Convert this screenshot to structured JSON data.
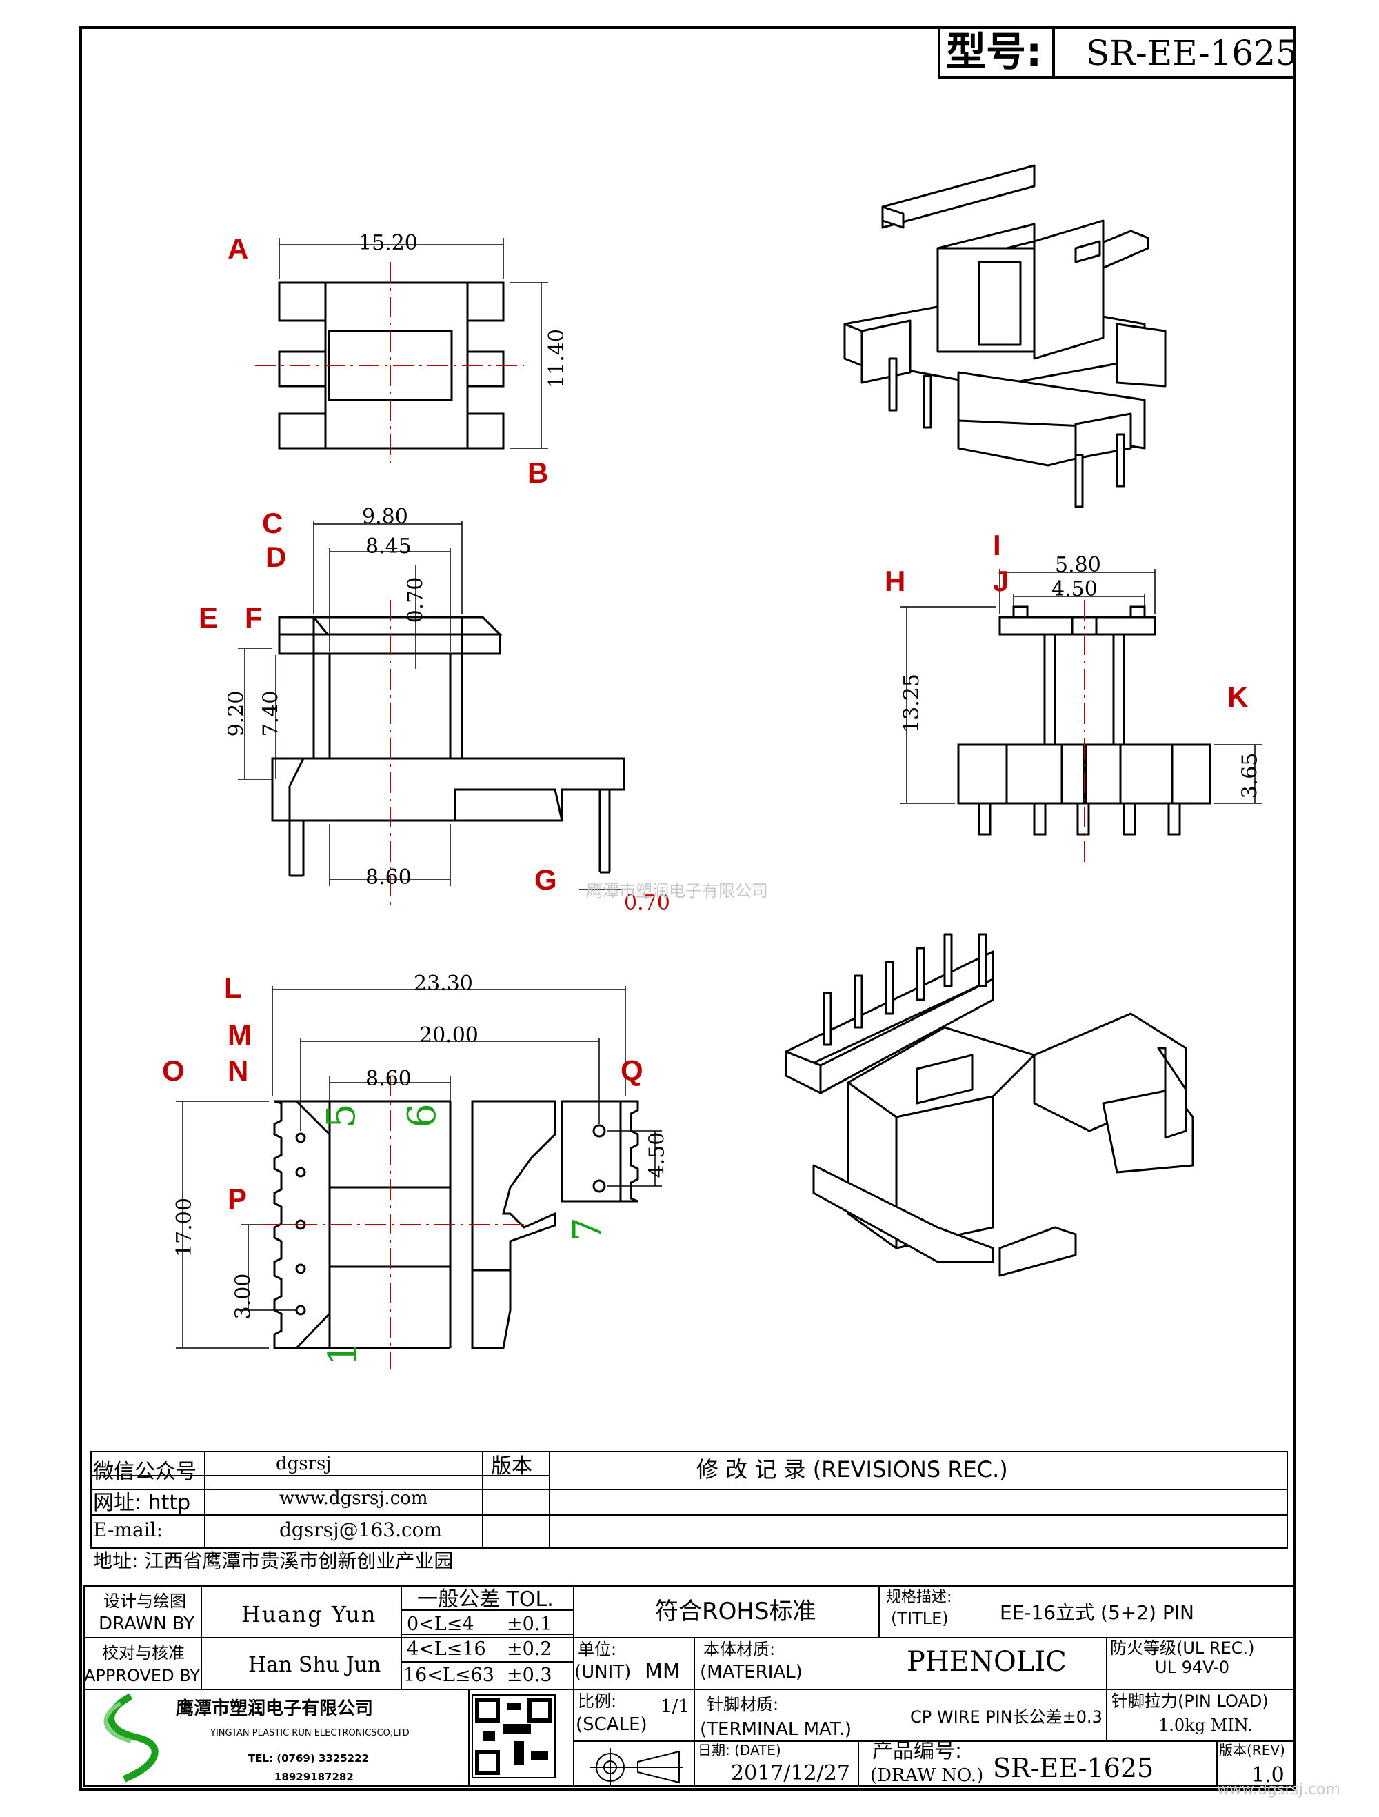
{
  "header": {
    "model_label": "型号:",
    "model_value": "SR-EE-1625"
  },
  "watermark": "鹰潭市塑润电子有限公司",
  "site_mark": "www.dgsrsj.com",
  "views": {
    "top": {
      "letters": [
        "A",
        "B"
      ],
      "dims": [
        "15.20",
        "11.40"
      ]
    },
    "front": {
      "letters": [
        "C",
        "D",
        "E",
        "F",
        "G"
      ],
      "dims": [
        "9.80",
        "8.45",
        "0.70",
        "9.20",
        "7.40",
        "8.60",
        "0.70"
      ]
    },
    "side": {
      "letters": [
        "H",
        "I",
        "J",
        "K"
      ],
      "dims": [
        "5.80",
        "4.50",
        "13.25",
        "3.65"
      ]
    },
    "bottom": {
      "letters": [
        "L",
        "M",
        "N",
        "O",
        "P",
        "Q"
      ],
      "dims": [
        "23.30",
        "20.00",
        "8.60",
        "17.00",
        "3.00",
        "4.50"
      ],
      "pins": [
        "5",
        "6",
        "7",
        "1"
      ]
    }
  },
  "contact": {
    "wechat_label": "微信公众号",
    "wechat_value": "dgsrsj",
    "web_label": "网址: http",
    "web_value": "www.dgsrsj.com",
    "email_label": "E-mail:",
    "email_value": "dgsrsj@163.com",
    "address": "地址: 江西省鹰潭市贵溪市创新创业产业园",
    "version_label": "版本",
    "revisions_label": "修 改 记 录  (REVISIONS REC.)"
  },
  "title_block": {
    "designer_cn": "设计与绘图",
    "designer_en": "DRAWN BY",
    "designer": "Huang Yun",
    "checker_cn": "校对与核准",
    "checker_en": "APPROVED BY",
    "checker": "Han Shu Jun",
    "tol_title": "一般公差 TOL.",
    "tolerances": [
      {
        "range": "0<L≤4",
        "tol": "±0.1"
      },
      {
        "range": "4<L≤16",
        "tol": "±0.2"
      },
      {
        "range": "16<L≤63",
        "tol": "±0.3"
      }
    ],
    "rohs": "符合ROHS标准",
    "title_cn": "规格描述:",
    "title_en": "(TITLE)",
    "title_value": "EE-16立式 (5+2) PIN",
    "unit_cn": "单位:",
    "unit_en": "(UNIT)",
    "unit_value": "MM",
    "material_cn": "本体材质:",
    "material_en": "(MATERIAL)",
    "material_value": "PHENOLIC",
    "fire_cn": "防火等级(UL REC.)",
    "fire_value": "UL 94V-0",
    "scale_cn": "比例:",
    "scale_en": "(SCALE)",
    "scale_value": "1/1",
    "terminal_cn": "针脚材质:",
    "terminal_en": "(TERMINAL MAT.)",
    "terminal_value": "CP WIRE  PIN长公差±0.3",
    "pinload_cn": "针脚拉力(PIN LOAD)",
    "pinload_value": "1.0kg MIN.",
    "date_label": "日期: (DATE)",
    "date_value": "2017/12/27",
    "drawno_cn": "产品编号:",
    "drawno_en": "(DRAW NO.)",
    "drawno_value": "SR-EE-1625",
    "rev_label": "版本(REV)",
    "rev_value": "1.0",
    "company_cn": "鹰潭市塑润电子有限公司",
    "company_en": "YINGTAN PLASTIC RUN ELECTRONICSCO;LTD",
    "tel": "TEL: (0769) 3325222",
    "mobile": "18929187282"
  },
  "colors": {
    "dim_red": "#c00000",
    "pin_green": "#1aa01a",
    "line": "#000000",
    "logo_green": "#1aa01a"
  }
}
